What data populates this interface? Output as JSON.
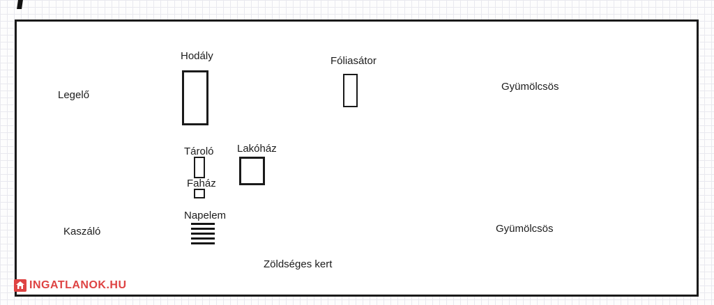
{
  "diagram": {
    "labels": {
      "hodaly": "Hodály",
      "foliasator": "Fóliasátor",
      "legelo": "Legelő",
      "gyumolcsos_top": "Gyümölcsös",
      "tarolo": "Tároló",
      "lakohaz": "Lakóház",
      "fahaz": "Faház",
      "napelem": "Napelem",
      "kaszalo": "Kaszáló",
      "gyumolcsos_bottom": "Gyümölcsös",
      "zoldseges_kert": "Zöldséges kert"
    },
    "colors": {
      "outline": "#1a1a1a",
      "watermark": "#de4343",
      "grid": "#e9e9ef"
    }
  },
  "watermark": {
    "text": "INGATLANOK.HU"
  }
}
